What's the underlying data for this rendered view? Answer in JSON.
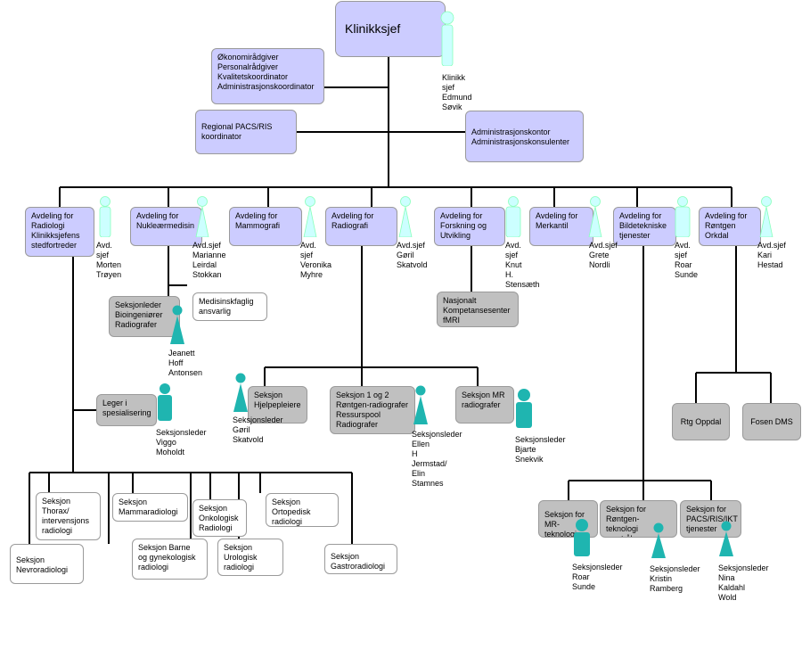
{
  "top": {
    "title": "Klinikksjef",
    "person": "Klinikk\nsjef\nEdmund\nSøvik"
  },
  "staff": {
    "coordinators": "Økonomirådgiver\nPersonalrådgiver\nKvalitetskoordinator\nAdministrasjonskoordinator",
    "pacs": "Regional PACS/RIS\nkoordinator",
    "admin_office": "Administrasjonskontor\nAdministrasjonskonsulenter"
  },
  "departments": [
    {
      "name": "Avdeling for\nRadiologi\nKlinikksjefens\nstedfortreder",
      "leader": "Avd.\nsjef\nMorten\nTrøyen"
    },
    {
      "name": "Avdeling for\nNukleærmedisin",
      "leader": "Avd.sjef\nMarianne\nLeirdal\nStokkan"
    },
    {
      "name": "Avdeling for\nMammografi",
      "leader": "Avd.\nsjef\nVeronika\nMyhre"
    },
    {
      "name": "Avdeling for\nRadiografi",
      "leader": "Avd.sjef\nGøril\nSkatvold"
    },
    {
      "name": "Avdeling for\nForskning og\nUtvikling",
      "leader": "Avd.\nsjef\nKnut\nH.\nStensæth"
    },
    {
      "name": "Avdeling for\nMerkantil",
      "leader": "Avd.sjef\nGrete\nNordli"
    },
    {
      "name": "Avdeling for\nBildetekniske\ntjenester",
      "leader": "Avd.\nsjef\nRoar\nSunde"
    },
    {
      "name": "Avdeling for\nRøntgen\nOrkdal",
      "leader": "Avd.sjef\nKari\nHestad"
    }
  ],
  "nuclear": {
    "section": "Seksjonleder\nBioingeniører\nRadiografer",
    "leader": "Jeanett\nHoff\nAntonsen",
    "advisor": "Medisinskfaglig\nansvarlig"
  },
  "radiology": {
    "residents": "Leger i\nspesialisering",
    "residents_leader": "Seksjonsleder\nViggo\nMoholdt",
    "sections": [
      "Seksjon\nThorax/\nintervensjons\nradiologi",
      "Seksjon\nMammaradiologi",
      "Seksjon\nOnkologisk\nRadiologi",
      "Seksjon\nOrtopedisk\nradiologi",
      "Seksjon\nNevroradiologi",
      "Seksjon Barne\nog gynekologisk\nradiologi",
      "Seksjon\nUrologisk\nradiologi",
      "Seksjon\nGastroradiologi"
    ]
  },
  "radiography": {
    "s1": "Seksjon\nHjelpepleiere",
    "s1_leader": "Seksjonsleder\nGøril\nSkatvold",
    "s2": "Seksjon 1 og 2\nRøntgen-radiografer\nRessurspool\nRadiografer",
    "s2_leader": "Seksjonsleder\nEllen\nH\nJermstad/\nElin\nStamnes",
    "s3": "Seksjon MR\nradiografer",
    "s3_leader": "Seksjonsleder\nBjarte\nSnekvik"
  },
  "research": {
    "center": "Nasjonalt\nKompetansesenter\nfMRI"
  },
  "imaging": {
    "s1": "Seksjon for\nMR-teknologi",
    "s1_leader": "Seksjonsleder\nRoar\nSunde",
    "s2": "Seksjon for\nRøntgen-teknologi\nog strålevern",
    "s2_leader": "Seksjonsleder\nKristin\nRamberg",
    "s3": "Seksjon for\nPACS/RIS/IKT\ntjenester",
    "s3_leader": "Seksjonsleder\nNina\nKaldahl\nWold"
  },
  "orkdal": {
    "a": "Rtg Oppdal",
    "b": "Fosen DMS"
  },
  "colors": {
    "lavender": "#ccccff",
    "gray": "#c0c0c0",
    "figure_light": "#ccffff",
    "figure_teal": "#1fb5b0"
  }
}
